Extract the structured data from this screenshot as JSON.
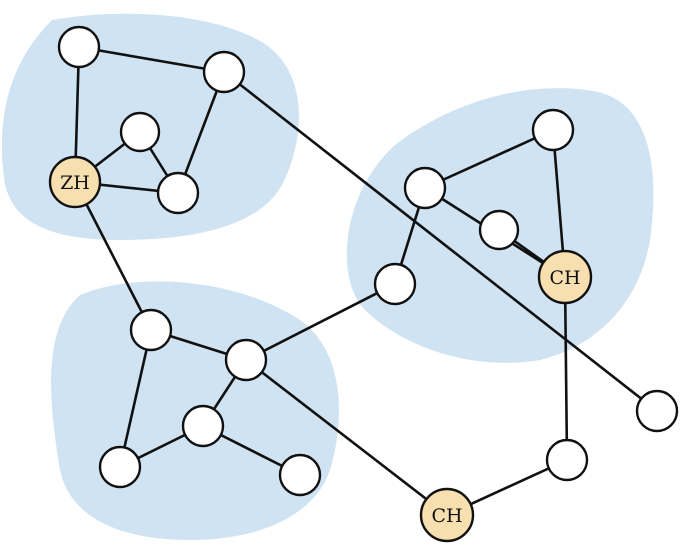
{
  "colors": {
    "background": "#ffffff",
    "cluster_fill": "#cfe3f3",
    "plain_node_fill": "#ffffff",
    "labeled_node_fill": "#f8dfb0",
    "stroke": "#111111"
  },
  "clusters": [
    {
      "id": "top-left"
    },
    {
      "id": "right"
    },
    {
      "id": "bottom-left"
    }
  ],
  "nodes": [
    {
      "id": "n1",
      "label": "",
      "cluster": "top-left"
    },
    {
      "id": "n2",
      "label": "",
      "cluster": "top-left"
    },
    {
      "id": "n3",
      "label": "",
      "cluster": "top-left"
    },
    {
      "id": "n4",
      "label": "ZH",
      "cluster": "top-left"
    },
    {
      "id": "n5",
      "label": "",
      "cluster": "top-left"
    },
    {
      "id": "n6",
      "label": "",
      "cluster": "right"
    },
    {
      "id": "n7",
      "label": "",
      "cluster": "right"
    },
    {
      "id": "n8",
      "label": "",
      "cluster": "right"
    },
    {
      "id": "n9",
      "label": "CH",
      "cluster": "right"
    },
    {
      "id": "n10",
      "label": "",
      "cluster": "right"
    },
    {
      "id": "n11",
      "label": "",
      "cluster": "bottom-left"
    },
    {
      "id": "n12",
      "label": "",
      "cluster": "bottom-left"
    },
    {
      "id": "n13",
      "label": "",
      "cluster": "bottom-left"
    },
    {
      "id": "n14",
      "label": "",
      "cluster": "bottom-left"
    },
    {
      "id": "n15",
      "label": "",
      "cluster": "bottom-left"
    },
    {
      "id": "n16",
      "label": "CH",
      "cluster": ""
    },
    {
      "id": "n17",
      "label": "",
      "cluster": ""
    },
    {
      "id": "n18",
      "label": "",
      "cluster": ""
    }
  ],
  "edges": [
    [
      "n1",
      "n4"
    ],
    [
      "n1",
      "n2"
    ],
    [
      "n2",
      "n5"
    ],
    [
      "n3",
      "n4"
    ],
    [
      "n3",
      "n5"
    ],
    [
      "n4",
      "n5"
    ],
    [
      "n2",
      "n18"
    ],
    [
      "n4",
      "n11"
    ],
    [
      "n6",
      "n7"
    ],
    [
      "n7",
      "n9"
    ],
    [
      "n6",
      "n9"
    ],
    [
      "n8",
      "n9"
    ],
    [
      "n6",
      "n10"
    ],
    [
      "n10",
      "n12"
    ],
    [
      "n9",
      "n17"
    ],
    [
      "n11",
      "n12"
    ],
    [
      "n11",
      "n14"
    ],
    [
      "n12",
      "n13"
    ],
    [
      "n13",
      "n14"
    ],
    [
      "n13",
      "n15"
    ],
    [
      "n12",
      "n16"
    ],
    [
      "n16",
      "n17"
    ]
  ]
}
